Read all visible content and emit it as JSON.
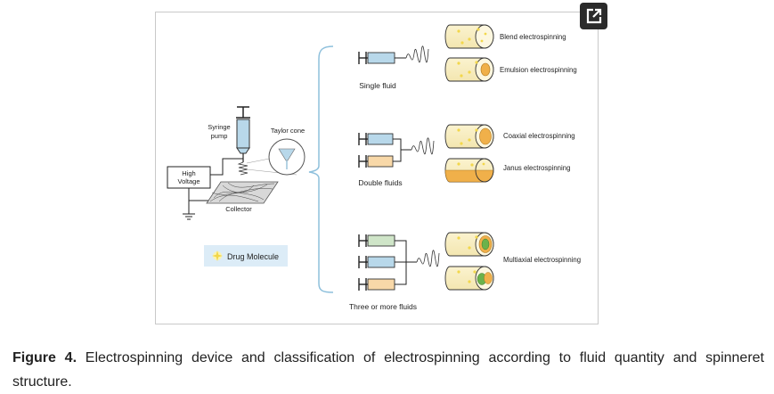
{
  "figure": {
    "labels": {
      "syringe_pump": [
        "Syringe",
        "pump"
      ],
      "taylor_cone": "Taylor cone",
      "high_voltage": [
        "High",
        "Voltage"
      ],
      "collector": "Collector",
      "legend": "Drug Molecule",
      "single_fluid": "Single fluid",
      "double_fluids": "Double fluids",
      "three_fluids": "Three or more fluids"
    },
    "methods": {
      "blend": "Blend electrospinning",
      "emulsion": "Emulsion electrospinning",
      "coaxial": "Coaxial electrospinning",
      "janus": "Janus electrospinning",
      "multiaxial": "Multiaxial electrospinning"
    },
    "colors": {
      "fiber_fill": "#fdf7df",
      "syringe_blue": "#b8d8ea",
      "syringe_orange": "#f8d8a8",
      "syringe_green": "#cfe5c8",
      "core_orange": "#f0b04a",
      "core_green": "#6bb24b",
      "bracket": "#8ec0dc",
      "drug": "#f6e27a"
    },
    "icon": "expand-icon"
  },
  "caption": {
    "label": "Figure 4.",
    "text": " Electrospinning device and classification of electrospinning according to fluid quantity and spinneret structure."
  }
}
